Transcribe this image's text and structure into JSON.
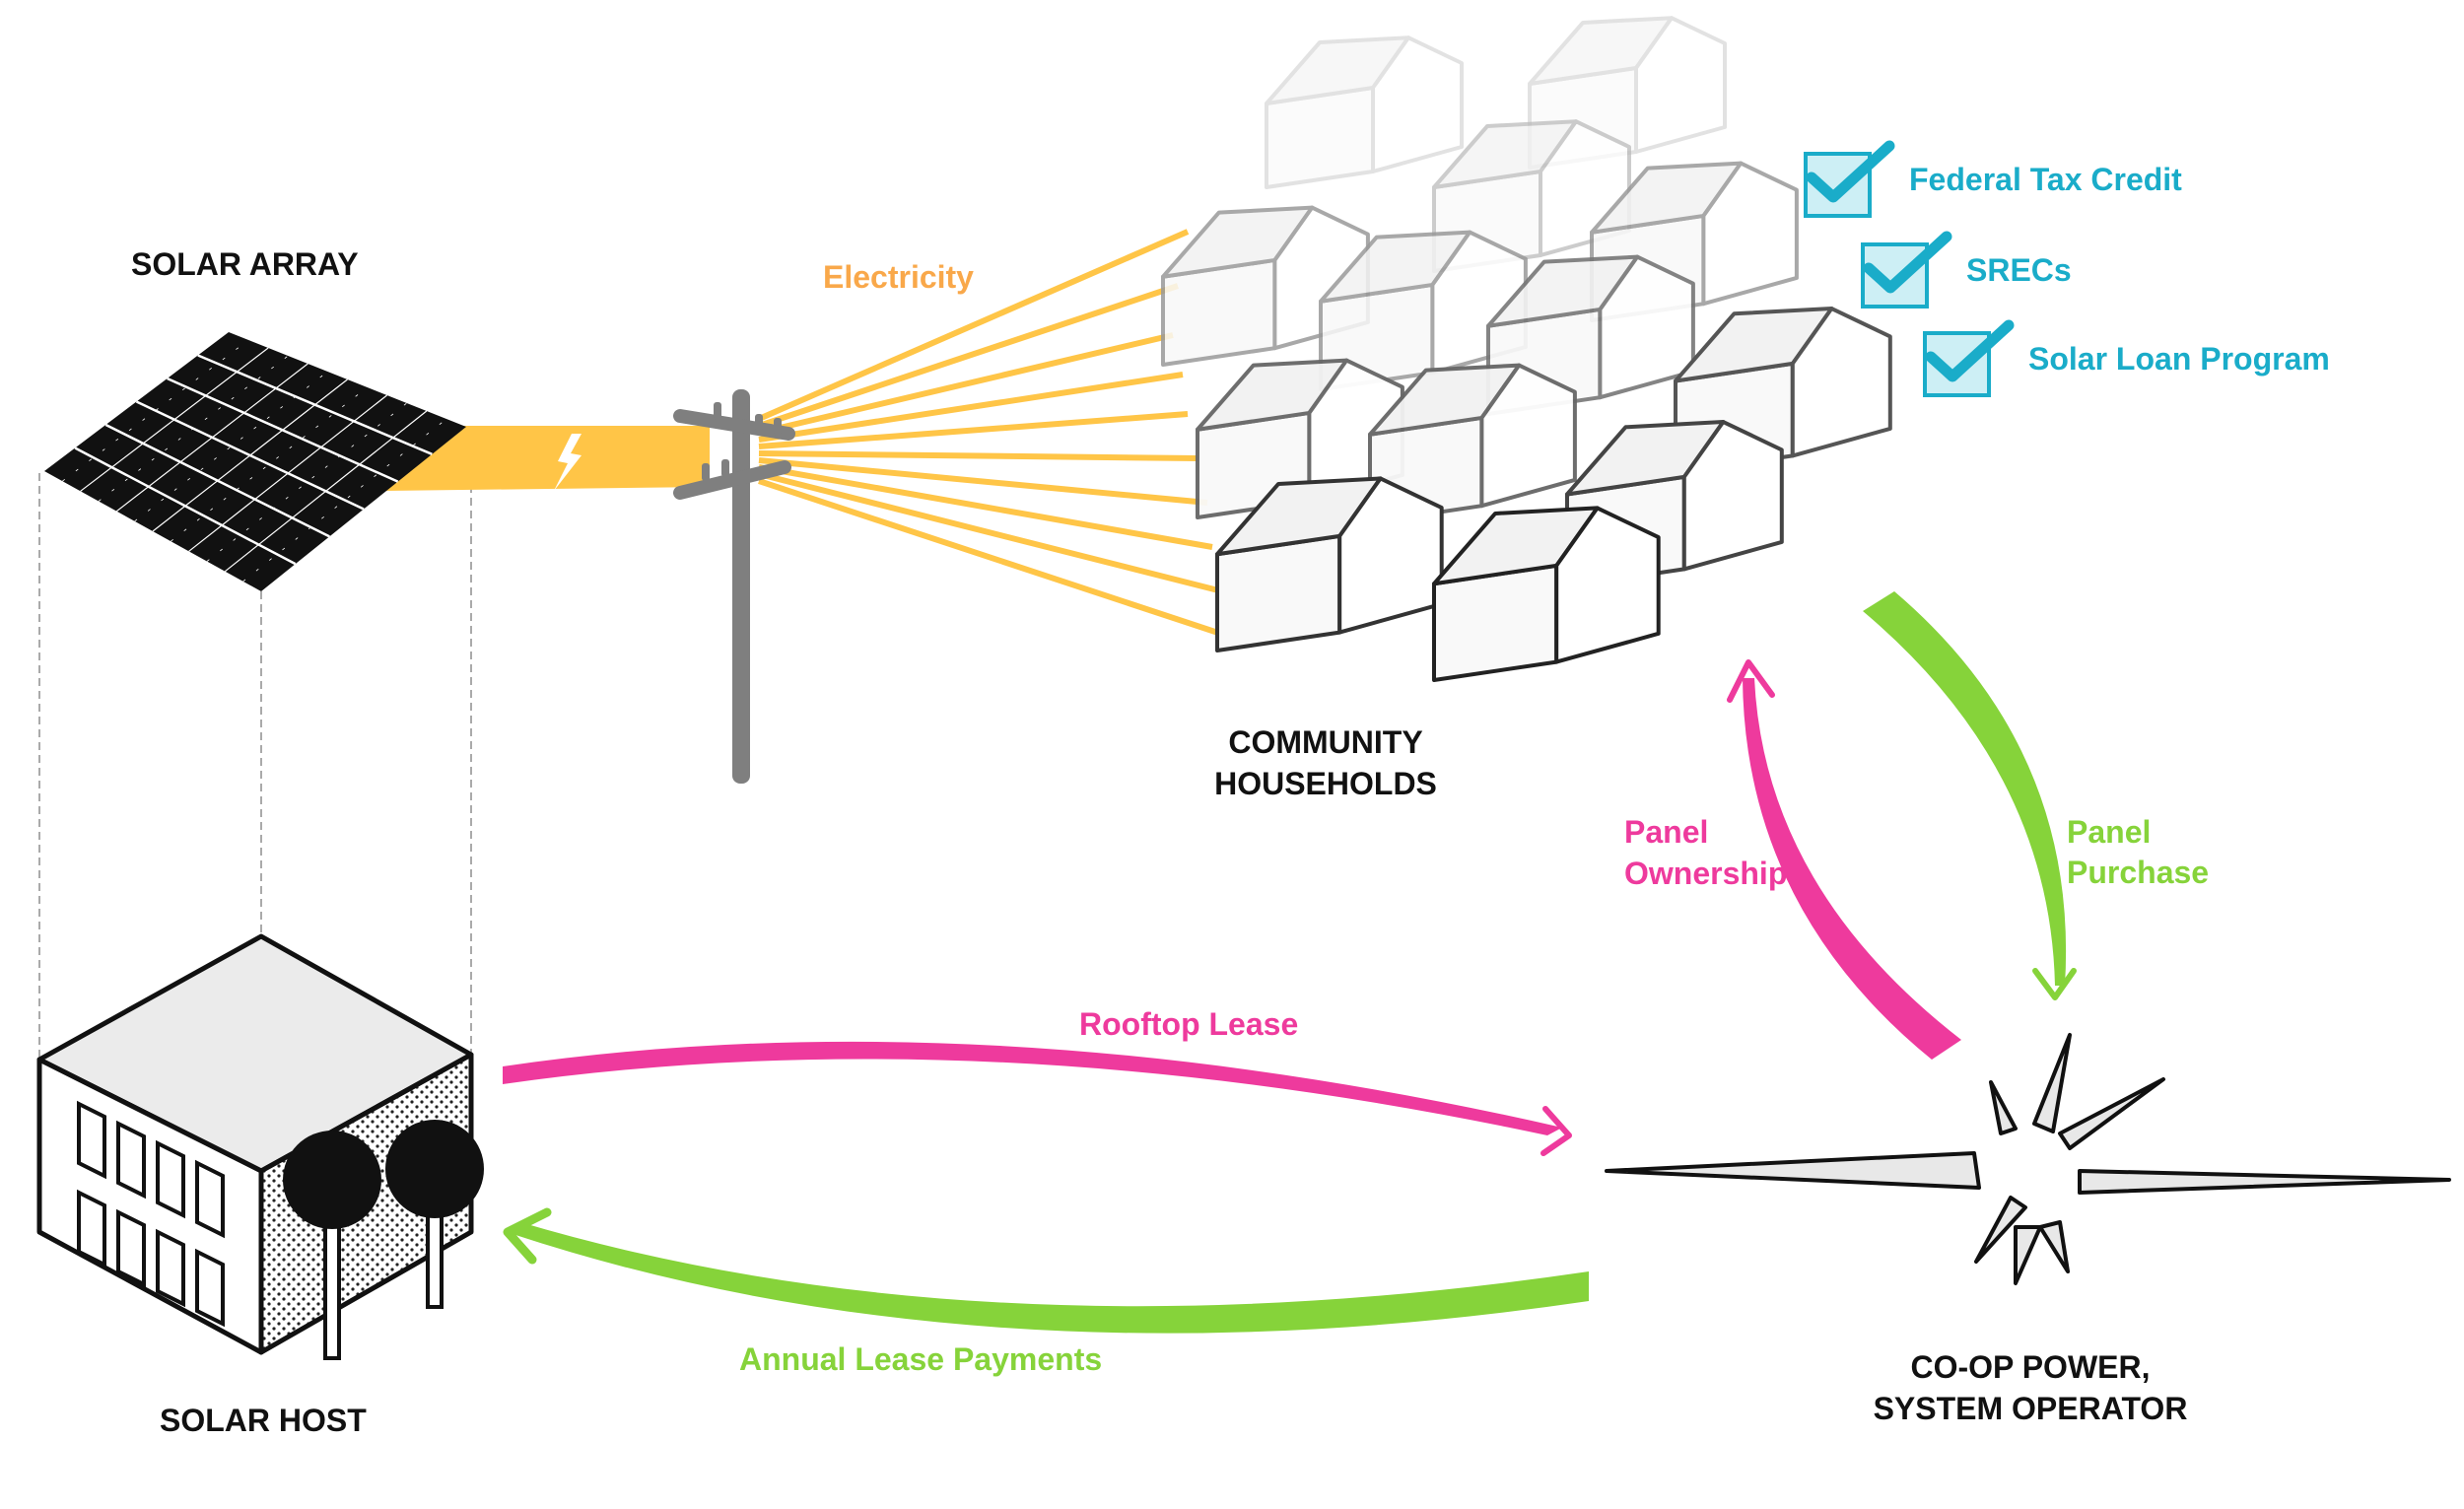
{
  "labels": {
    "solar_array": "SOLAR ARRAY",
    "solar_host": "SOLAR HOST",
    "community_line1": "COMMUNITY",
    "community_line2": "HOUSEHOLDS",
    "coop_line1": "CO-OP POWER,",
    "coop_line2": "SYSTEM OPERATOR"
  },
  "flows": {
    "electricity": "Electricity",
    "rooftop_lease": "Rooftop Lease",
    "annual_lease_payments": "Annual Lease Payments",
    "panel_ownership_line1": "Panel",
    "panel_ownership_line2": "Ownership",
    "panel_purchase_line1": "Panel",
    "panel_purchase_line2": "Purchase"
  },
  "incentives": [
    {
      "label": "Federal Tax Credit",
      "icon": "checkbox-check-icon"
    },
    {
      "label": "SRECs",
      "icon": "checkbox-check-icon"
    },
    {
      "label": "Solar Loan Program",
      "icon": "checkbox-check-icon"
    }
  ],
  "colors": {
    "electricity": "#FFC547",
    "electricity_label": "#F9A84A",
    "lease": "#EE3A9D",
    "payment": "#86D33A",
    "incentive": "#1AACC9",
    "pole": "#7F7F7F"
  },
  "icons": [
    "solar-panel-icon",
    "lightning-bolt-icon",
    "utility-pole-icon",
    "house-icon",
    "building-icon",
    "tree-icon",
    "starburst-icon"
  ]
}
